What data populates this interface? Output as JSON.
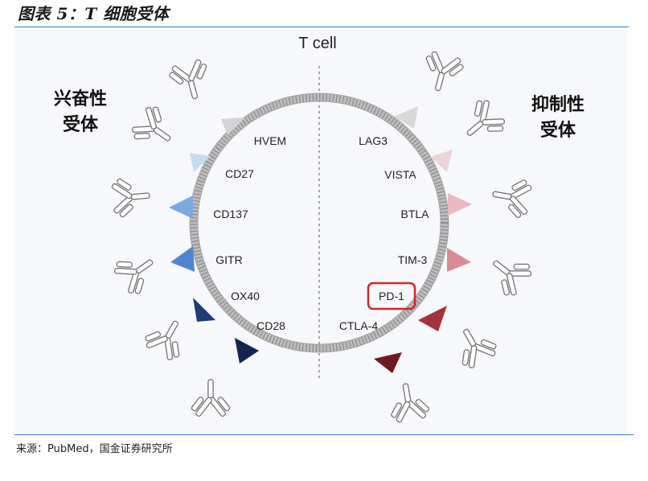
{
  "figure": {
    "title": "图表 5：T 细胞受体",
    "source": "来源：PubMed，国金证券研究所"
  },
  "diagram": {
    "cell_label": "T cell",
    "left_group": {
      "line1": "兴奋性",
      "line2": "受体"
    },
    "right_group": {
      "line1": "抑制性",
      "line2": "受体"
    },
    "left_receptors": [
      {
        "name": "HVEM",
        "color": "#d4d4d6"
      },
      {
        "name": "CD27",
        "color": "#c6dcf3"
      },
      {
        "name": "CD137",
        "color": "#7aa9e2"
      },
      {
        "name": "GITR",
        "color": "#4f86d0"
      },
      {
        "name": "OX40",
        "color": "#1f3d78"
      },
      {
        "name": "CD28",
        "color": "#122452"
      }
    ],
    "right_receptors": [
      {
        "name": "LAG3",
        "color": "#d8d8da"
      },
      {
        "name": "VISTA",
        "color": "#ecd3d7"
      },
      {
        "name": "BTLA",
        "color": "#e8b9bf"
      },
      {
        "name": "TIM-3",
        "color": "#d98c95"
      },
      {
        "name": "PD-1",
        "color": "#a33338",
        "highlight": "#d0262b"
      },
      {
        "name": "CTLA-4",
        "color": "#6e1a20"
      }
    ]
  }
}
